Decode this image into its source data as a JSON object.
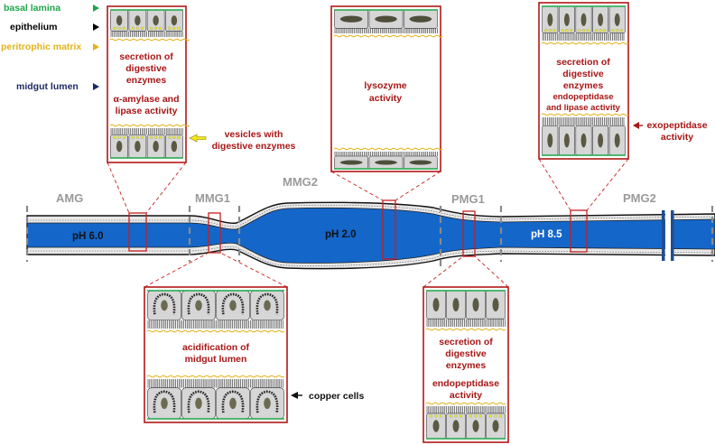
{
  "colors": {
    "basal_lamina": "#1ea54a",
    "epithelium": "#000000",
    "peritrophic_matrix": "#e3b21a",
    "midgut_lumen": "#1a2a5e",
    "annotation_red": "#a81616",
    "ph_acidic_yellow": "#f7f21a",
    "ph_strong_acid_red": "#f25e5e",
    "ph_alkaline_blue": "#1466c9",
    "segment_label_gray": "#9a9a9a",
    "cell_gray": "#d6d6d6"
  },
  "legend": {
    "basal_lamina": "basal lamina",
    "epithelium": "epithelium",
    "peritrophic_matrix": "peritrophic matrix",
    "midgut_lumen": "midgut lumen"
  },
  "segments": {
    "amg": "AMG",
    "mmg1": "MMG1",
    "mmg2": "MMG2",
    "pmg1": "PMG1",
    "pmg2": "PMG2"
  },
  "ph": {
    "amg": "pH 6.0",
    "mmg2": "pH 2.0",
    "pmg": "pH 8.5"
  },
  "panels": {
    "amg": {
      "line1": "secretion of",
      "line2": "digestive",
      "line3": "enzymes",
      "line4": "α-amylase and",
      "line5": "lipase activity"
    },
    "amg_vesicles": {
      "line1": "vesicles with",
      "line2": "digestive enzymes"
    },
    "mmg2": {
      "line1": "lysozyme",
      "line2": "activity"
    },
    "pmg2": {
      "line1": "secretion of",
      "line2": "digestive",
      "line3": "enzymes",
      "line4": "endopeptidase",
      "line5": "and lipase activity"
    },
    "pmg2_exopeptidase": {
      "line1": "exopeptidase",
      "line2": "activity"
    },
    "mmg1": {
      "line1": "acidification of",
      "line2": "midgut lumen"
    },
    "mmg1_copper": {
      "label": "copper cells"
    },
    "pmg1": {
      "line1": "secretion of",
      "line2": "digestive",
      "line3": "enzymes",
      "line4": "endopeptidase",
      "line5": "activity"
    }
  }
}
